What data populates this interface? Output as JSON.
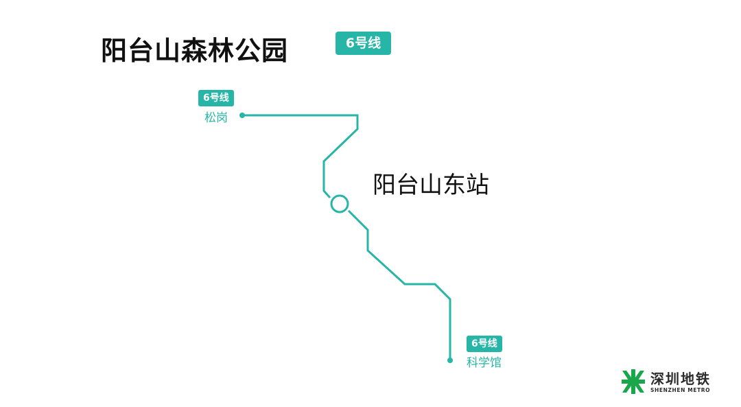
{
  "header": {
    "title": "阳台山森林公园",
    "line_badge": "6号线"
  },
  "map": {
    "line_color": "#26b5a6",
    "current_station": "阳台山东站",
    "endpoints": [
      {
        "badge": "6号线",
        "name": "松岗"
      },
      {
        "badge": "6号线",
        "name": "科学馆"
      }
    ]
  },
  "logo": {
    "icon": "shenzhen-metro-logo-icon",
    "name_cn": "深圳地铁",
    "name_en": "SHENZHEN METRO",
    "color": "#1aa64a"
  }
}
